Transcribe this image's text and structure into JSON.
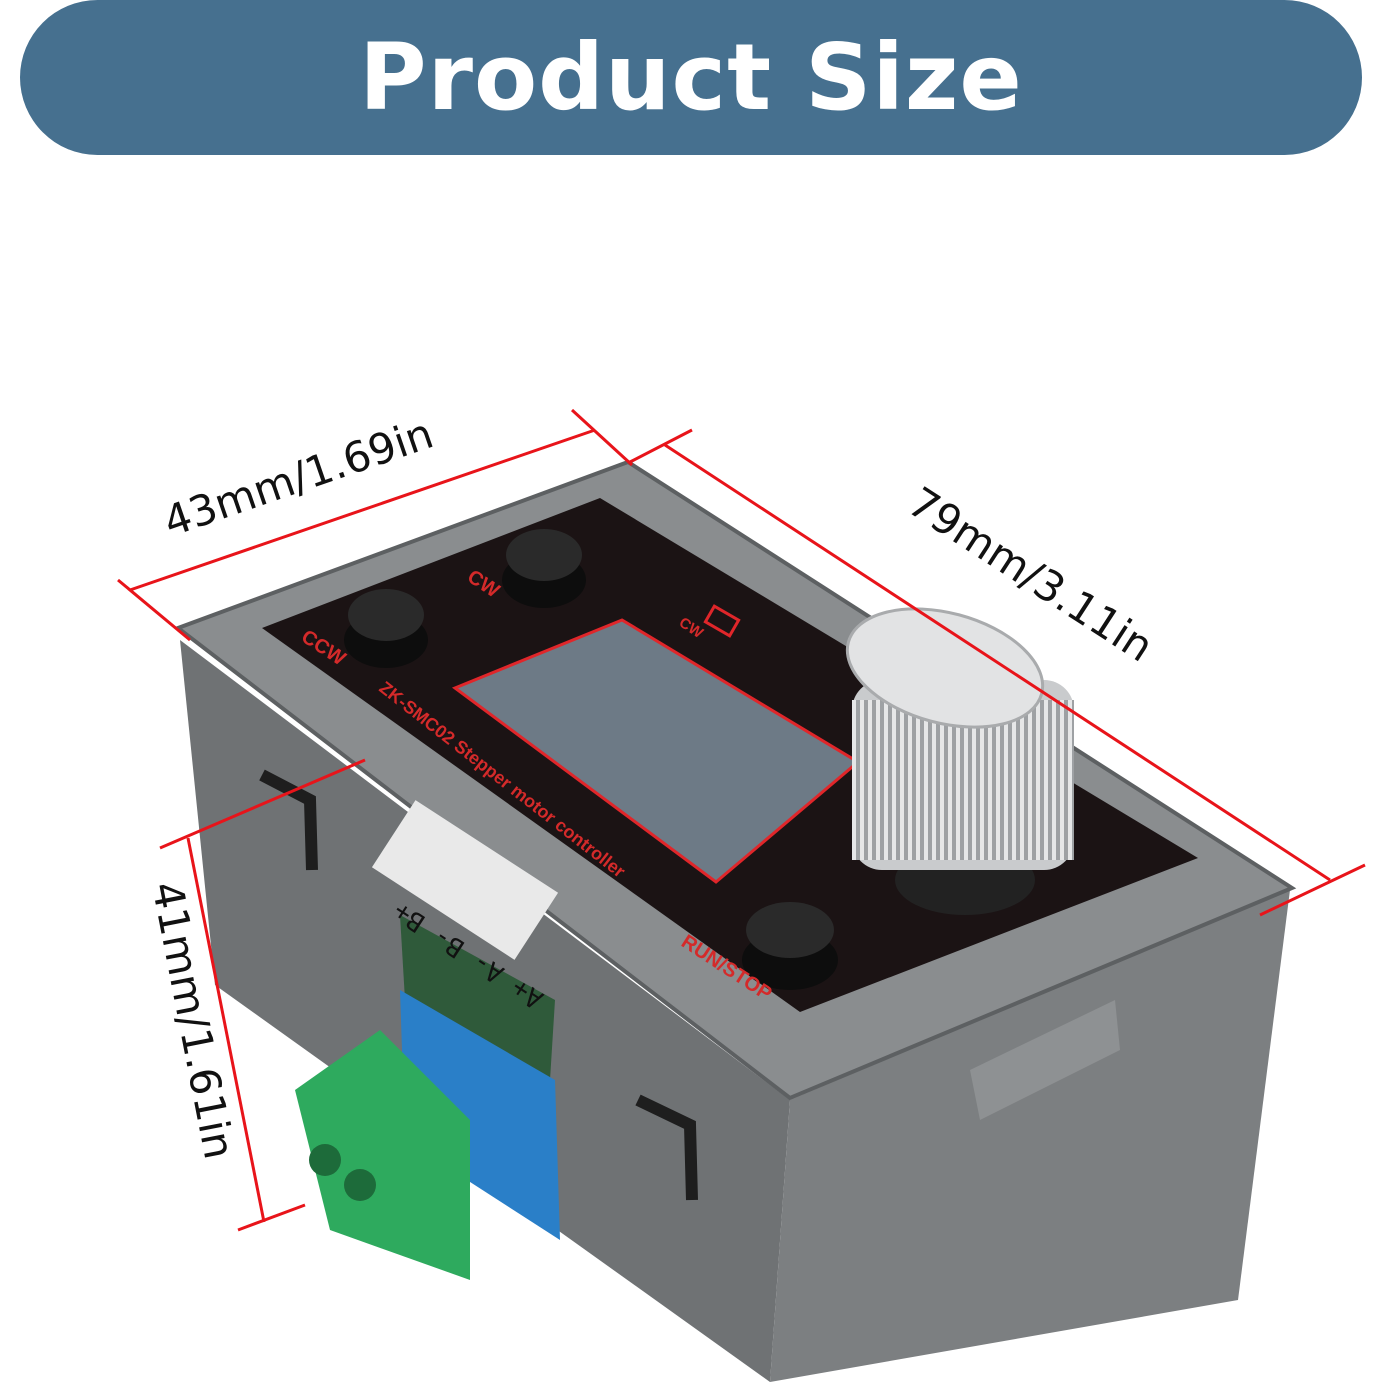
{
  "banner": {
    "title": "Product Size",
    "color": "#46708f"
  },
  "dimensions": {
    "width": "43mm/1.69in",
    "length": "79mm/3.11in",
    "height": "41mm/1.61in",
    "line_color": "#e8141a"
  },
  "device": {
    "buttons": {
      "ccw": "CCW",
      "cw": "CW",
      "run_stop": "RUN/STOP"
    },
    "indicator_label": "CW",
    "model": "ZK-SMC02  Stepper motor controller",
    "terminal_label": "A+ A- B- B+"
  }
}
